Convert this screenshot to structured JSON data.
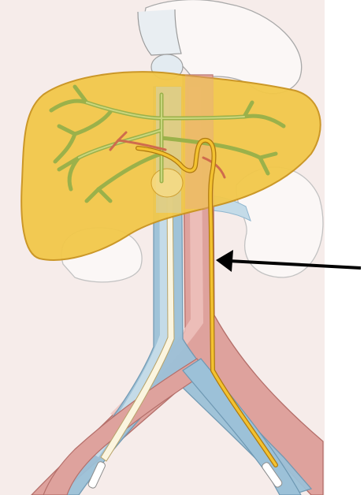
{
  "figure": {
    "kind": "medical-illustration",
    "has_text_labels": false,
    "structures": [
      "liver",
      "portal-vein",
      "hepatic-artery-branches",
      "bile-ducts",
      "aorta",
      "inferior-vena-cava",
      "iliac-vessels",
      "kidney-right",
      "kidney-left",
      "stomach",
      "catheter"
    ],
    "annotations": [
      {
        "type": "arrow",
        "direction": "left",
        "target": "catheter-in-aorta"
      }
    ],
    "colors": {
      "liver_fill": "#f2c84a",
      "liver_outline": "#c9931e",
      "bile_ducts": "#9bb14a",
      "artery": "#d98a86",
      "artery_light": "#efc4bf",
      "vein": "#8fb6cf",
      "vein_light": "#c4dbe8",
      "catheter": "#e0a21a",
      "outline": "#8c8c8c",
      "background_panel": "#f6ecea",
      "arrow": "#000000"
    }
  }
}
